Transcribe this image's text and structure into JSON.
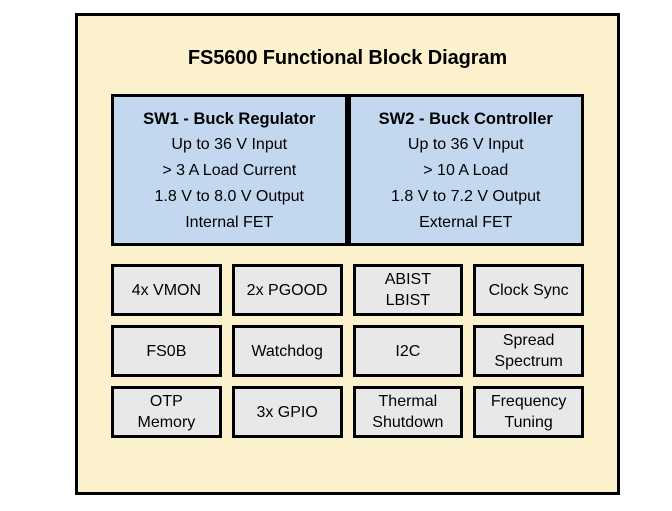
{
  "diagram": {
    "title": "FS5600 Functional Block Diagram",
    "colors": {
      "frame_background": "#fbf2cd",
      "frame_border": "#000000",
      "regulator_block_fill": "#c3d7ee",
      "feature_block_fill": "#e8e8e8",
      "text": "#000000"
    },
    "regulator_blocks": [
      {
        "name": "sw1",
        "title": "SW1 - Buck Regulator",
        "specs": [
          "Up to 36 V Input",
          "> 3 A Load Current",
          "1.8 V to 8.0 V Output",
          "Internal FET"
        ]
      },
      {
        "name": "sw2",
        "title": "SW2 - Buck Controller",
        "specs": [
          "Up to 36 V Input",
          "> 10 A Load",
          "1.8 V to 7.2 V Output",
          "External FET"
        ]
      }
    ],
    "feature_rows": [
      [
        {
          "name": "vmon",
          "lines": [
            "4x VMON"
          ]
        },
        {
          "name": "pgood",
          "lines": [
            "2x PGOOD"
          ]
        },
        {
          "name": "abist-lbist",
          "lines": [
            "ABIST",
            "LBIST"
          ]
        },
        {
          "name": "clock-sync",
          "lines": [
            "Clock Sync"
          ]
        }
      ],
      [
        {
          "name": "fs0b",
          "lines": [
            "FS0B"
          ]
        },
        {
          "name": "watchdog",
          "lines": [
            "Watchdog"
          ]
        },
        {
          "name": "i2c",
          "lines": [
            "I2C"
          ]
        },
        {
          "name": "spread-spectrum",
          "lines": [
            "Spread",
            "Spectrum"
          ]
        }
      ],
      [
        {
          "name": "otp-memory",
          "lines": [
            "OTP",
            "Memory"
          ]
        },
        {
          "name": "gpio",
          "lines": [
            "3x GPIO"
          ]
        },
        {
          "name": "thermal-shutdown",
          "lines": [
            "Thermal",
            "Shutdown"
          ]
        },
        {
          "name": "frequency-tuning",
          "lines": [
            "Frequency",
            "Tuning"
          ]
        }
      ]
    ]
  }
}
